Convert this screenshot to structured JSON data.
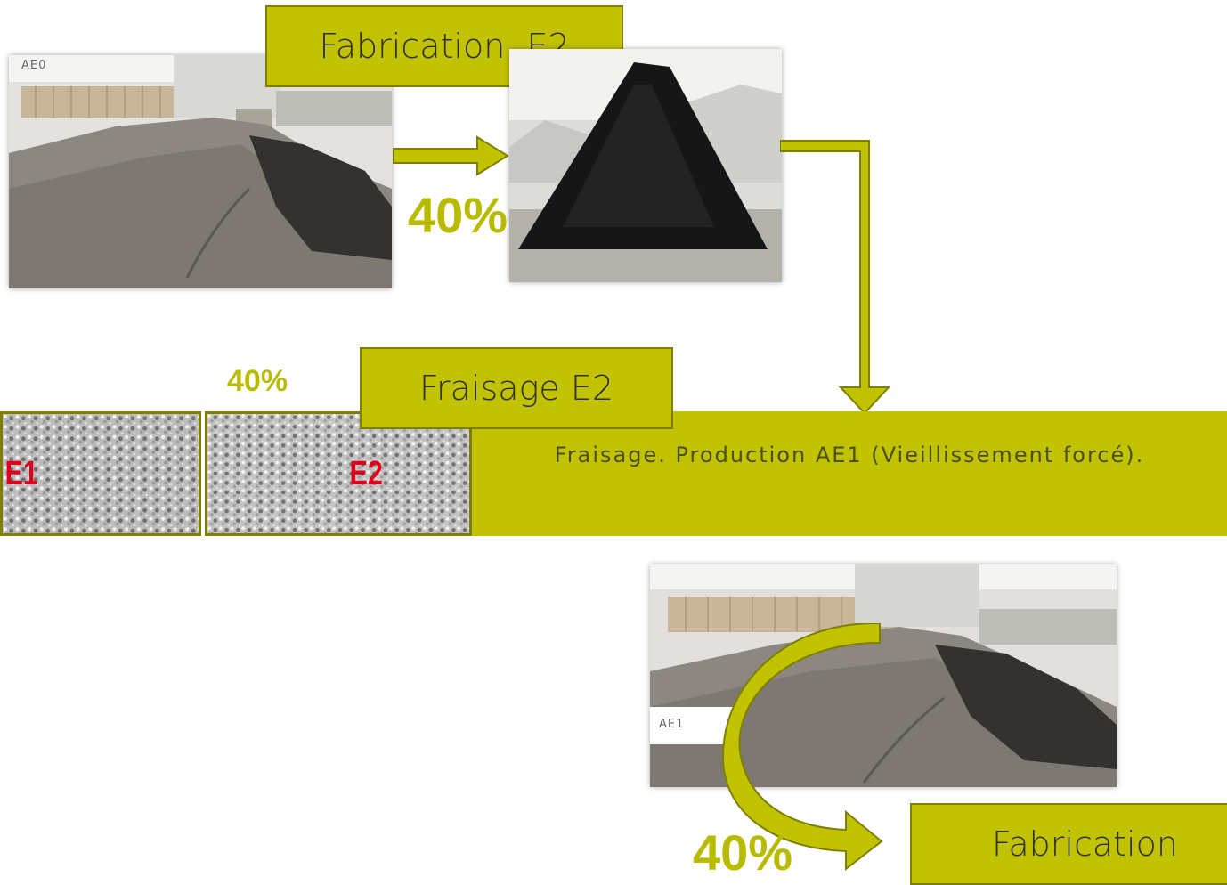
{
  "photos": {
    "top_left": {
      "label": "AE0"
    },
    "top_right": {
      "label": ""
    },
    "bottom": {
      "label": "AE1"
    }
  },
  "gravel": {
    "left_label": "E1",
    "right_label": "E2"
  },
  "boxes": {
    "fabrication_top": "Fabrication  E2",
    "fraisage": "Fraisage E2",
    "fabrication_bottom": "Fabrication"
  },
  "band": {
    "text": "Fraisage. Production AE1  (Vieillissement forcé)."
  },
  "percentages": {
    "top": "40%",
    "middle": "40%",
    "bottom": "40%"
  },
  "colors": {
    "accent": "#c2c300",
    "accent_dark": "#7e7f00",
    "percent_text": "#b9bb00",
    "gravel_label": "#e0001b"
  }
}
